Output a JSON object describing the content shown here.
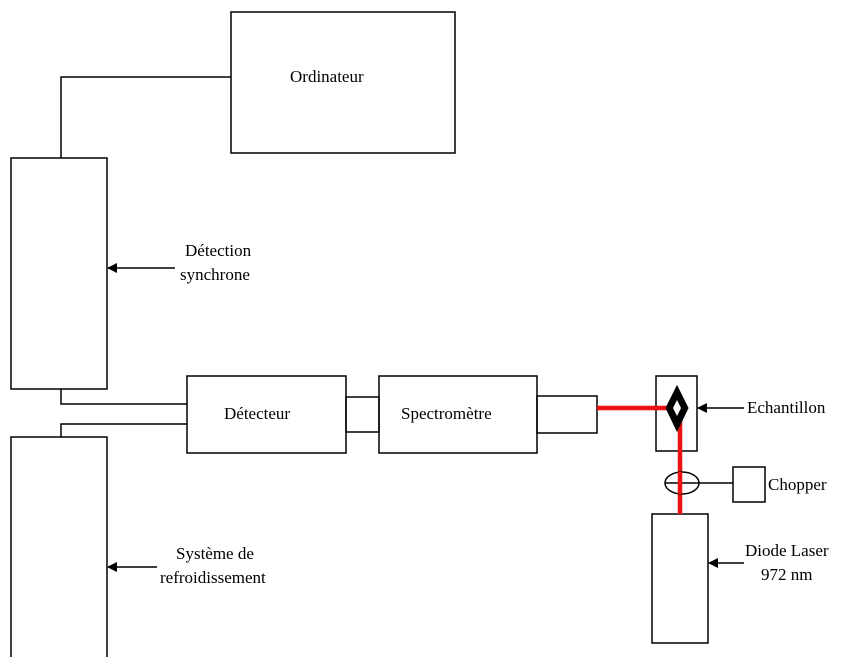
{
  "labels": {
    "ordinateur": "Ordinateur",
    "detection_line1": "Détection",
    "detection_line2": "synchrone",
    "detecteur": "Détecteur",
    "spectrometre": "Spectromètre",
    "echantillon": "Echantillon",
    "chopper": "Chopper",
    "diode_line1": "Diode Laser",
    "diode_line2": "972 nm",
    "refroid_line1": "Système de",
    "refroid_line2": "refroidissement"
  },
  "colors": {
    "line": "#000000",
    "laser_beam": "#ee1111",
    "sample_fill": "#000000"
  },
  "icons": {
    "sample": "diamond-icon",
    "lens": "lens-icon"
  }
}
